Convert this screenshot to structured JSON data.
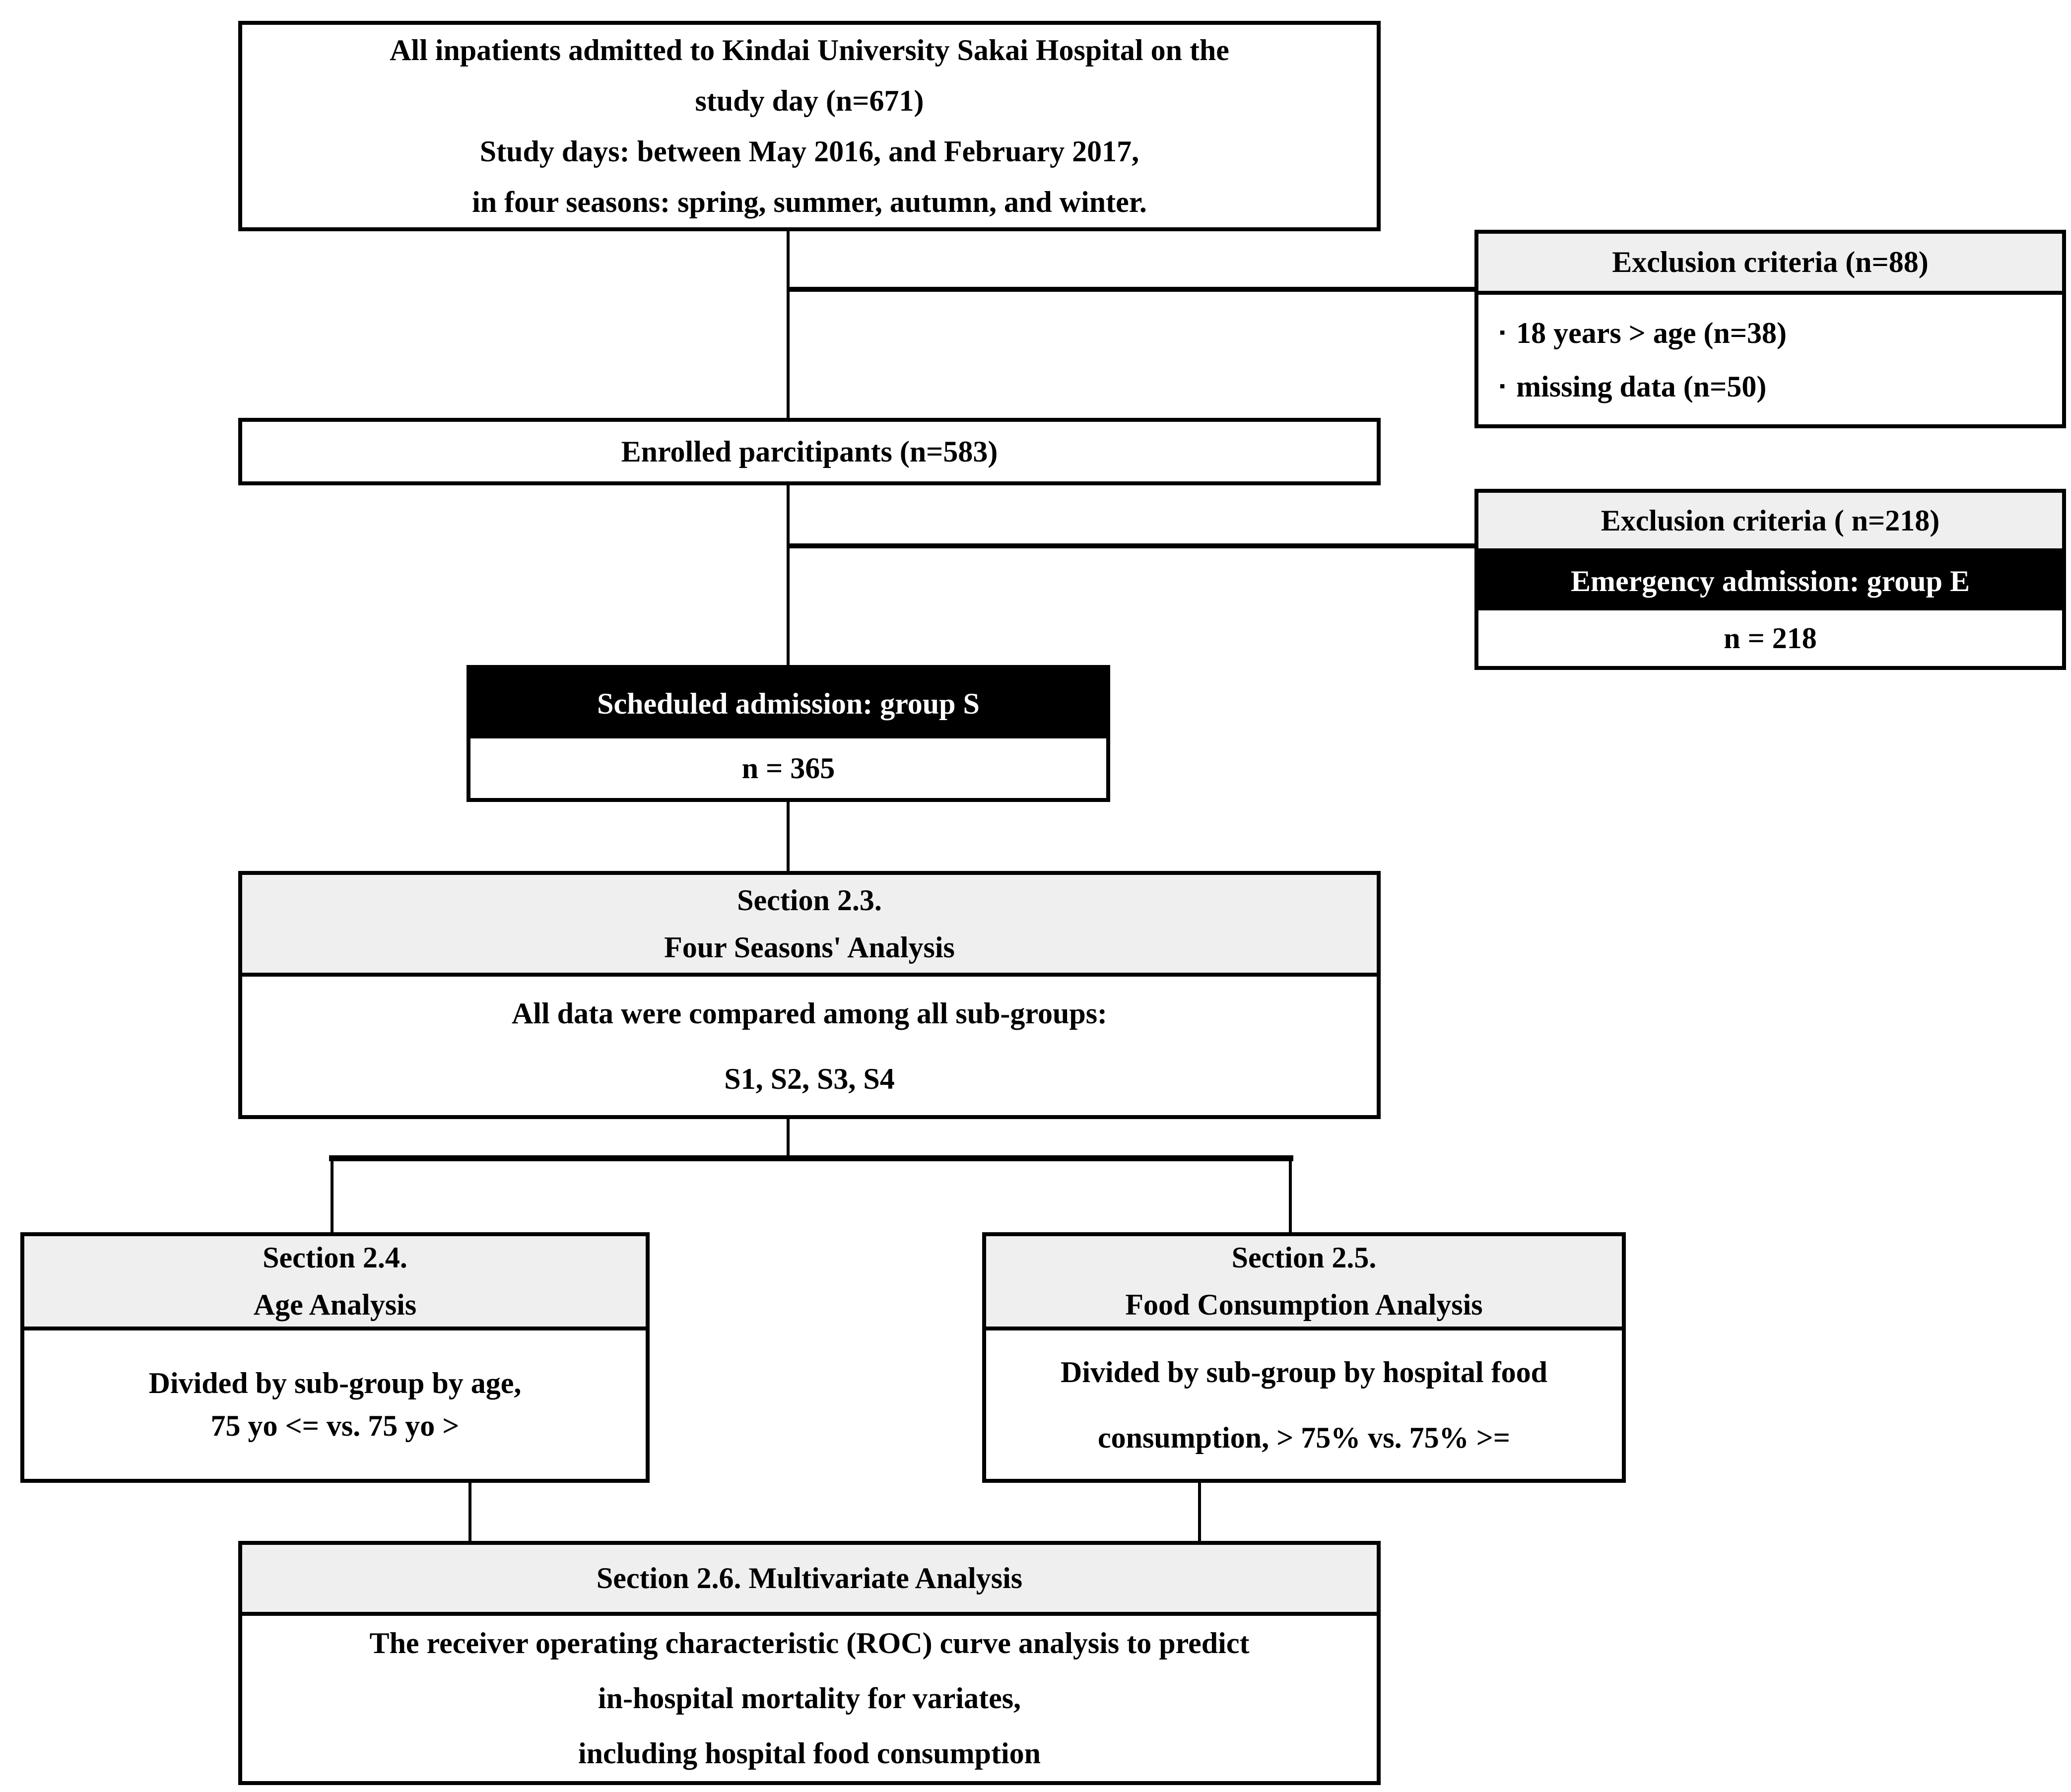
{
  "colors": {
    "header_fill": "#efefef",
    "line": "#000000",
    "text": "#000000",
    "inverse_text": "#ffffff"
  },
  "top_box": {
    "lines": [
      "All inpatients admitted to Kindai University Sakai Hospital on the",
      "study day (n=671)",
      "Study days: between May 2016, and February 2017,",
      "in four seasons: spring, summer, autumn, and winter."
    ]
  },
  "exclusion1": {
    "header": "Exclusion criteria (n=88)",
    "bullet": "▪",
    "items": [
      "18 years > age (n=38)",
      "missing data (n=50)"
    ]
  },
  "enrolled": {
    "label": "Enrolled parcitipants (n=583)"
  },
  "exclusion2": {
    "header": "Exclusion criteria ( n=218)",
    "group_label": "Emergency admission: group E",
    "count": "n = 218"
  },
  "scheduled": {
    "group_label": "Scheduled admission: group S",
    "count": "n = 365"
  },
  "section23": {
    "header_lines": [
      "Section 2.3.",
      "Four Seasons' Analysis"
    ],
    "body_lines": [
      "All data were compared among all sub-groups:",
      "S1, S2, S3, S4"
    ]
  },
  "section24": {
    "header_lines": [
      "Section 2.4.",
      "Age Analysis"
    ],
    "body_lines": [
      "Divided by sub-group by age,",
      "75 yo <= vs. 75 yo >"
    ]
  },
  "section25": {
    "header_lines": [
      "Section 2.5.",
      "Food Consumption Analysis"
    ],
    "body_lines": [
      "Divided by sub-group by hospital food",
      "consumption, > 75%  vs. 75% >="
    ]
  },
  "section26": {
    "header": "Section 2.6. Multivariate Analysis",
    "body_lines": [
      "The receiver operating characteristic (ROC) curve analysis to predict",
      "in-hospital mortality for variates,",
      "including hospital food consumption"
    ]
  }
}
